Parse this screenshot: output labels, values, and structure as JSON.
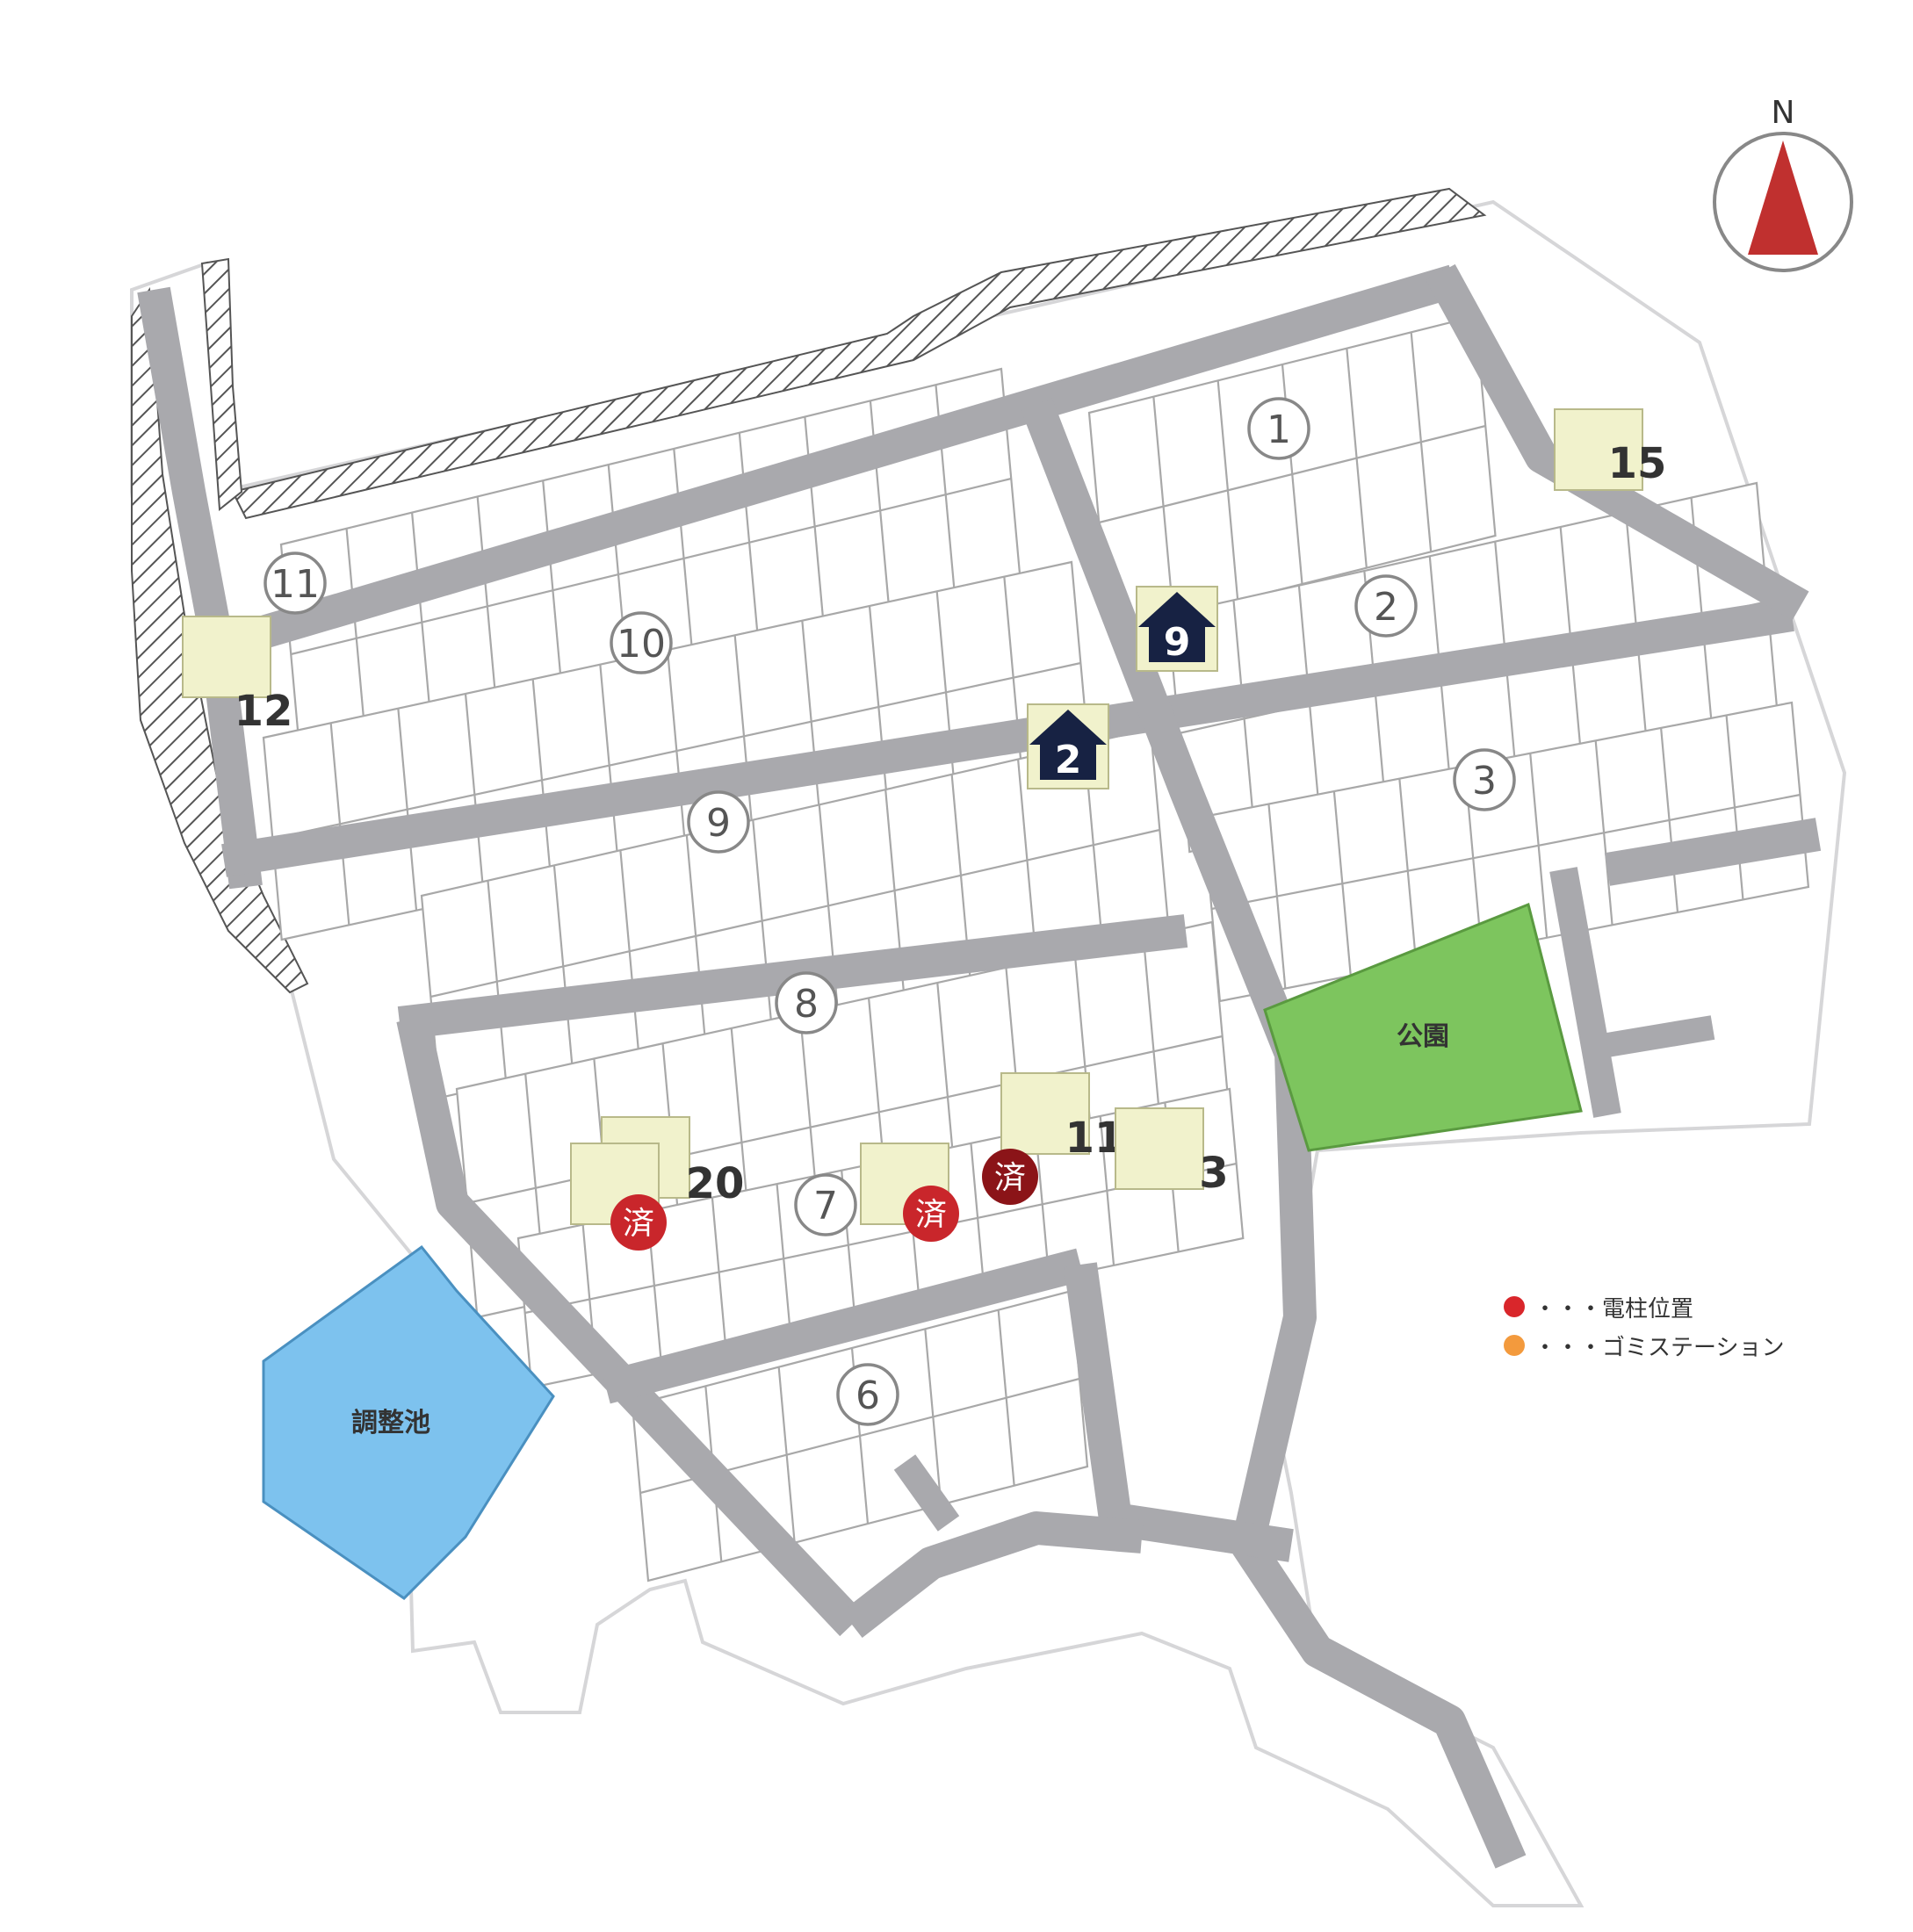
{
  "compass": {
    "label": "N",
    "needle_color": "#c0302f"
  },
  "areas": {
    "park": {
      "label": "公園",
      "color": "#7dc55e"
    },
    "pond": {
      "label": "調整池",
      "color": "#7dc2ee"
    }
  },
  "block_labels": [
    "1",
    "2",
    "3",
    "6",
    "7",
    "8",
    "9",
    "10",
    "11"
  ],
  "selected_lots": [
    "15",
    "12",
    "20",
    "11",
    "3"
  ],
  "model_houses": [
    "9",
    "2"
  ],
  "sold_marker": "済",
  "legend": [
    {
      "label": "・・・電柱位置",
      "color": "#d9262b"
    },
    {
      "label": "・・・ゴミステーション",
      "color": "#f39a3d"
    }
  ],
  "colors": {
    "road": "#a9a9ad",
    "selected_fill": "#f1f2cc",
    "house": "#172243",
    "sold": "#c9262b",
    "sold_dark": "#8b1418"
  }
}
